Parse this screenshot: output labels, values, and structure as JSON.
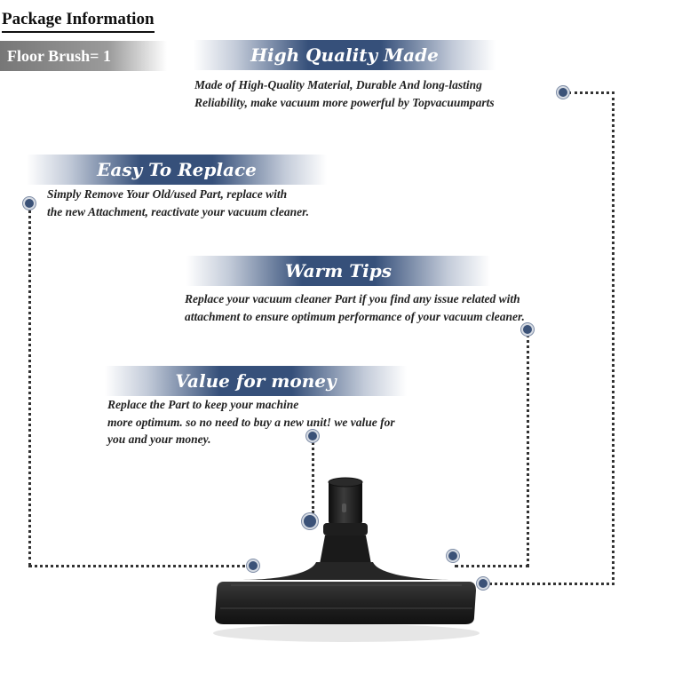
{
  "package": {
    "title": "Package Information",
    "item": "Floor Brush= 1"
  },
  "features": [
    {
      "title": "High Quality Made",
      "lines": [
        "Made of  High-Quality Material, Durable And long-lasting",
        "Reliability, make vacuum more powerful by Topvacuumparts"
      ]
    },
    {
      "title": "Easy To Replace",
      "lines": [
        "Simply Remove Your Old/used Part, replace with",
        "the new Attachment, reactivate your vacuum cleaner."
      ]
    },
    {
      "title": "Warm Tips",
      "lines": [
        "Replace your vacuum cleaner Part if you find any issue related with",
        " attachment to ensure optimum performance of your vacuum cleaner."
      ]
    },
    {
      "title": "Value for money",
      "lines": [
        "Replace the Part to keep your machine",
        "more optimum. so no need to buy a new unit! we value for",
        "you and your money."
      ]
    }
  ],
  "colors": {
    "banner": "#36507a",
    "dot": "#3b5278",
    "grey_bar": "#8a8a8a"
  },
  "product_image": "floor-brush-attachment"
}
